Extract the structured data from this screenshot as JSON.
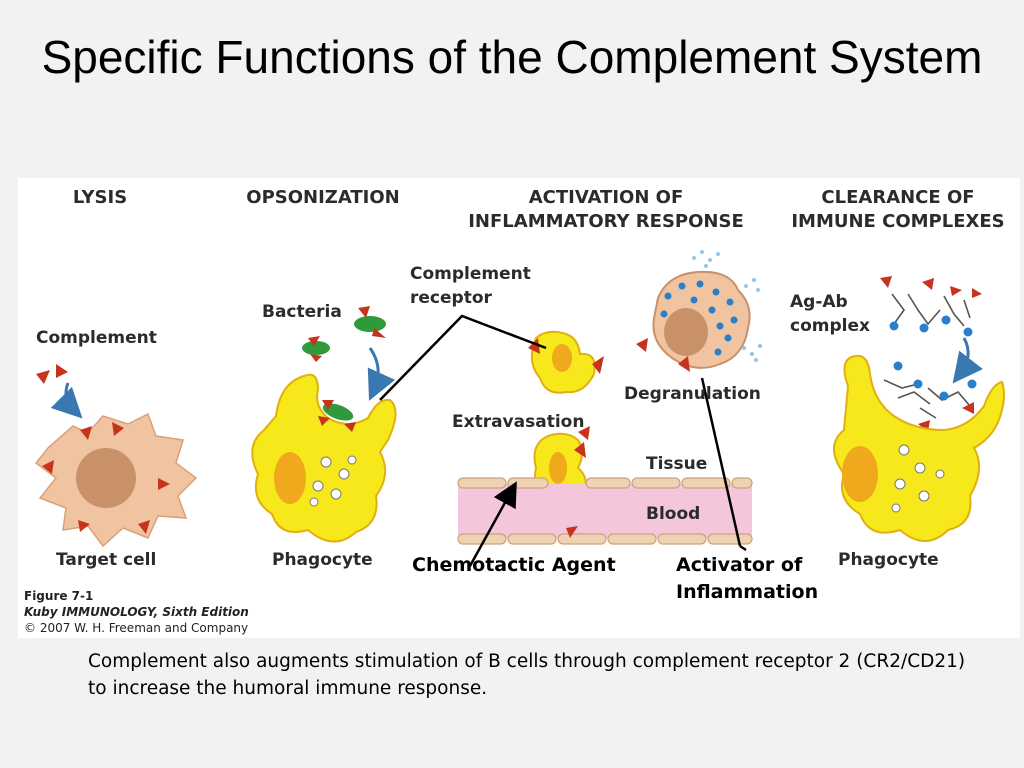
{
  "slide": {
    "title": "Specific Functions of the Complement System",
    "caption": "Complement also augments stimulation of B cells through complement receptor 2 (CR2/CD21) to increase the humoral immune response."
  },
  "figure": {
    "headers": {
      "lysis": "LYSIS",
      "opsonization": "OPSONIZATION",
      "activation_line1": "ACTIVATION OF",
      "activation_line2": "INFLAMMATORY RESPONSE",
      "clearance_line1": "CLEARANCE OF",
      "clearance_line2": "IMMUNE COMPLEXES"
    },
    "labels": {
      "complement": "Complement",
      "target_cell": "Target cell",
      "bacteria": "Bacteria",
      "phagocyte_left": "Phagocyte",
      "complement_receptor_line1": "Complement",
      "complement_receptor_line2": "receptor",
      "extravasation": "Extravasation",
      "degranulation": "Degranulation",
      "tissue": "Tissue",
      "blood": "Blood",
      "ag_ab_line1": "Ag-Ab",
      "ag_ab_line2": "complex",
      "phagocyte_right": "Phagocyte"
    },
    "annotations": {
      "chemotactic_agent": "Chemotactic Agent",
      "activator_line1": "Activator of",
      "activator_line2": "Inflammation"
    },
    "credit": {
      "figure_number": "Figure 7-1",
      "book": "Kuby IMMUNOLOGY, Sixth Edition",
      "copyright": "© 2007 W. H. Freeman and Company"
    }
  },
  "colors": {
    "background": "#f2f2f2",
    "cell_yellow": "#f7e81c",
    "nucleus_orange": "#f0a81c",
    "target_cell": "#f0c4a0",
    "target_nucleus": "#c8916a",
    "complement_red": "#c8331e",
    "bacteria_green": "#2f9a3a",
    "blood_pink": "#f3c6dc",
    "vessel_tan": "#eed2b2",
    "arrow_blue": "#3a78b0",
    "dot_blue": "#2a80c8"
  }
}
